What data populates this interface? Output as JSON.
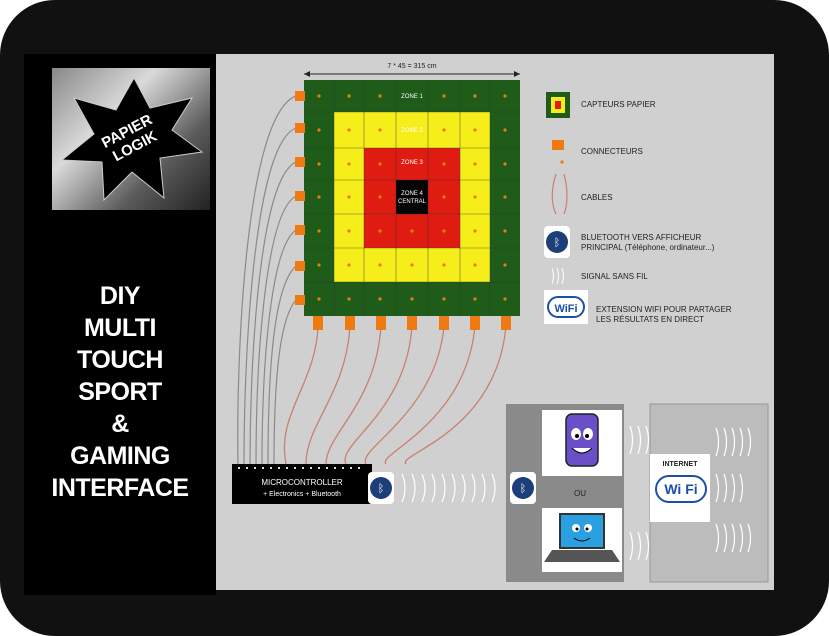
{
  "sidebar": {
    "logo_text_line1": "PAPIER",
    "logo_text_line2": "LOGIK",
    "title_lines": [
      "DIY",
      "MULTI",
      "TOUCH",
      "SPORT",
      "&",
      "GAMING",
      "INTERFACE"
    ]
  },
  "diagram": {
    "dimension_label": "7 * 45 = 315 cm",
    "zones": {
      "zone1": "ZONE 1",
      "zone2": "ZONE 2",
      "zone3": "ZONE 3",
      "center_line1": "ZONE 4",
      "center_line2": "CENTRAL"
    },
    "microcontroller_line1": "MICROCONTROLLER",
    "microcontroller_line2": "+ Electronics + Bluetooth",
    "ou_label": "OU",
    "internet_label": "INTERNET",
    "wifi_label": "Wi Fi"
  },
  "legend": {
    "capteurs": "CAPTEURS PAPIER",
    "connecteurs": "CONNECTEURS",
    "cables": "CABLES",
    "bluetooth_line1": "BLUETOOTH VERS AFFICHEUR",
    "bluetooth_line2": "PRINCIPAL (Téléphone, ordinateur...)",
    "signal": "SIGNAL SANS FIL",
    "wifi_line1": "EXTENSION WIFI POUR PARTAGER",
    "wifi_line2": "LES RÉSULTATS EN DIRECT"
  },
  "colors": {
    "green": "#1f5c1a",
    "yellow": "#f5ee1a",
    "red": "#e01c12",
    "black": "#050505",
    "orange": "#f07a12",
    "cable": "#c98070"
  }
}
